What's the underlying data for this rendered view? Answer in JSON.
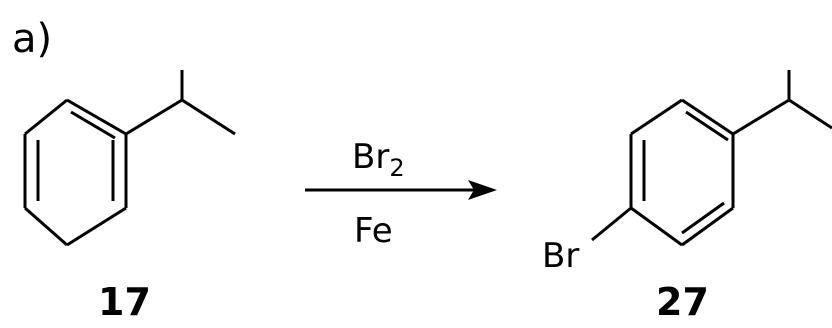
{
  "scheme": {
    "panel_label": "a)",
    "reagents": {
      "above_main": "Br",
      "above_subscript": "2",
      "below": "Fe"
    },
    "reactant": {
      "number": "17"
    },
    "product": {
      "number": "27",
      "substituent": "Br"
    }
  }
}
